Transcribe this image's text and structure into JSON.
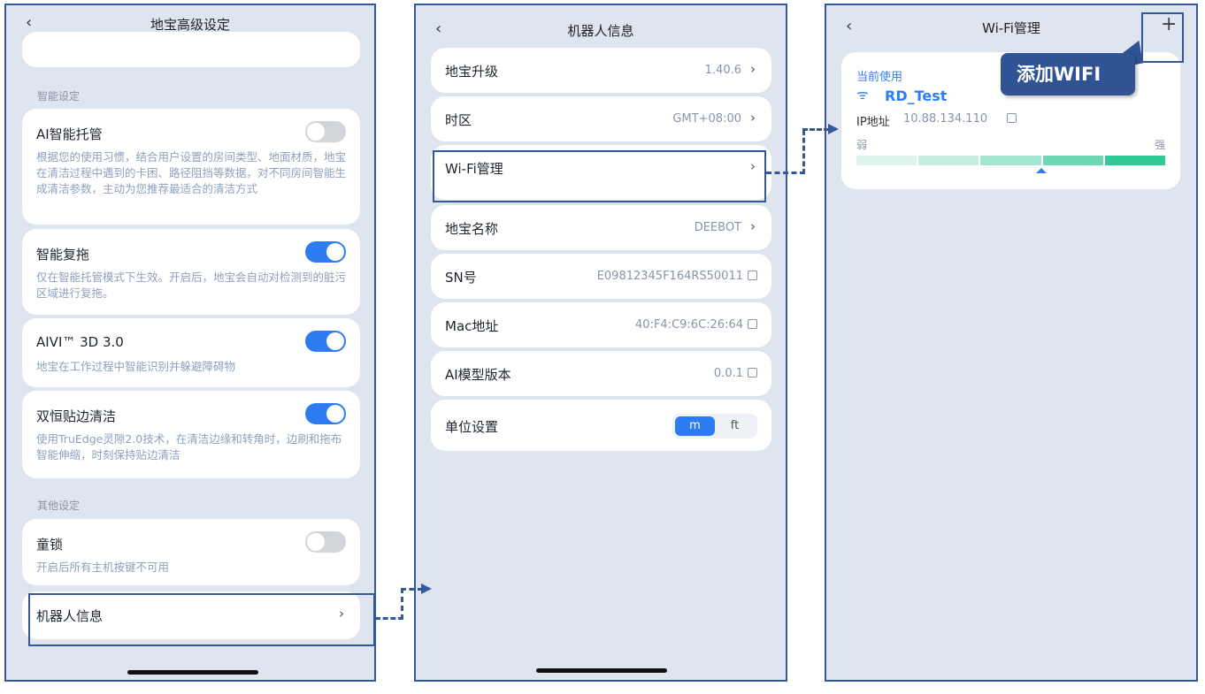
{
  "panel1": {
    "title": "地宝高级设定",
    "section_smart": "智能设定",
    "section_other": "其他设定",
    "items": [
      {
        "title": "AI智能托管",
        "desc": "根据您的使用习惯，结合用户设置的房间类型、地面材质，地宝在清洁过程中遇到的卡困、路径阻挡等数据，对不同房间智能生成清洁参数，主动为您推荐最适合的清洁方式",
        "on": false
      },
      {
        "title": "智能复拖",
        "desc": "仅在智能托管模式下生效。开启后，地宝会自动对检测到的脏污区域进行复拖。",
        "on": true
      },
      {
        "title": "AIVI™ 3D 3.0",
        "desc": "地宝在工作过程中智能识别并躲避障碍物",
        "on": true
      },
      {
        "title": "双恒贴边清洁",
        "desc": "使用TruEdge灵隙2.0技术，在清洁边缘和转角时，边刷和拖布智能伸缩，时刻保持贴边清洁",
        "on": true
      },
      {
        "title": "童锁",
        "desc": "开启后所有主机按键不可用",
        "on": false
      }
    ],
    "robot_info": "机器人信息"
  },
  "panel2": {
    "title": "机器人信息",
    "rows": [
      {
        "label": "地宝升级",
        "value": "1.40.6"
      },
      {
        "label": "时区",
        "value": "GMT+08:00"
      },
      {
        "label": "Wi-Fi管理",
        "value": ""
      },
      {
        "label": "地宝名称",
        "value": "DEEBOT"
      },
      {
        "label": "SN号",
        "value": "E09812345F164RS50011"
      },
      {
        "label": "Mac地址",
        "value": "40:F4:C9:6C:26:64"
      },
      {
        "label": "AI模型版本",
        "value": "0.0.1"
      }
    ],
    "unit_label": "单位设置",
    "unit_options": [
      "m",
      "ft"
    ],
    "unit_selected": "m"
  },
  "panel3": {
    "title": "Wi-Fi管理",
    "add": "+",
    "callout": "添加WIFI",
    "current_label": "当前使用",
    "ssid": "RD_Test",
    "ip_label": "IP地址",
    "ip": "10.88.134.110",
    "weak": "弱",
    "strong": "强",
    "signal_level": 4,
    "signal_max": 5
  }
}
